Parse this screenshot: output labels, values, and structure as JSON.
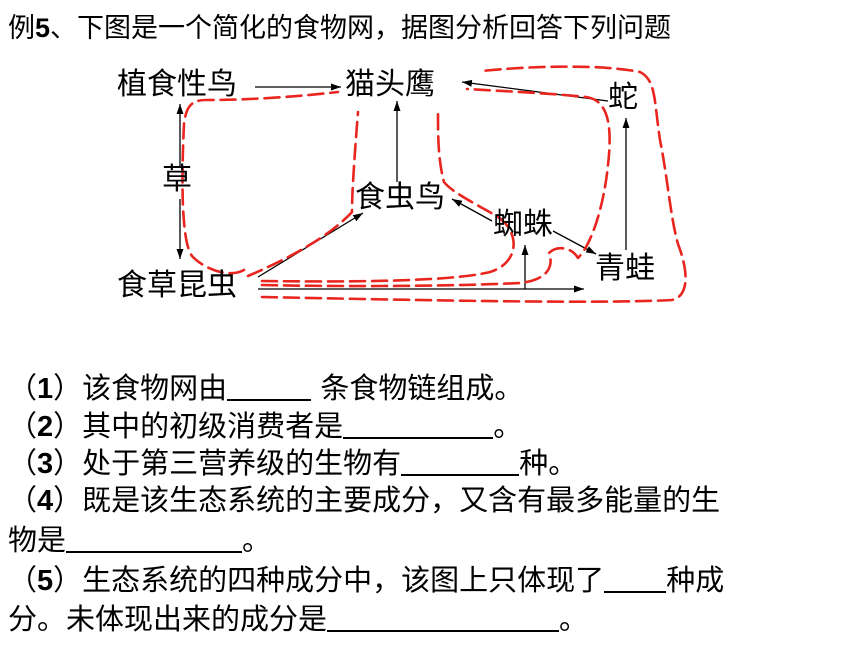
{
  "title": {
    "prefix": "例",
    "num": "5",
    "text": "、下图是一个简化的食物网，据图分析回答下列问题"
  },
  "nodes": {
    "plant_bird": "植食性鸟",
    "owl": "猫头鹰",
    "snake": "蛇",
    "grass": "草",
    "insect_bird": "食虫鸟",
    "spider": "蜘蛛",
    "frog": "青蛙",
    "herb_insect": "食草昆虫"
  },
  "questions": [
    {
      "open": "（",
      "num": "1",
      "close": "）",
      "a": "该食物网由",
      "b": " 条食物链组成。"
    },
    {
      "open": "（",
      "num": "2",
      "close": "）",
      "a": "其中的初级消费者是",
      "b": "。"
    },
    {
      "open": "（",
      "num": "3",
      "close": "）",
      "a": "处于第三营养级的生物有",
      "b": "种。"
    },
    {
      "open": "（",
      "num": "4",
      "close": "）",
      "a": "既是该生态系统的主要成分，又含有最多能量的生",
      "b": ""
    },
    {
      "a": "物是",
      "b": "。"
    },
    {
      "open": "（",
      "num": "5",
      "close": "）",
      "a": "生态系统的四种成分中，该图上只体现了",
      "b": "种成"
    },
    {
      "a": "分。未体现出来的成分是",
      "b": "。"
    }
  ],
  "colors": {
    "text": "#000000",
    "arrow": "#000000",
    "trace": "#e8261f",
    "background": "#ffffff"
  }
}
